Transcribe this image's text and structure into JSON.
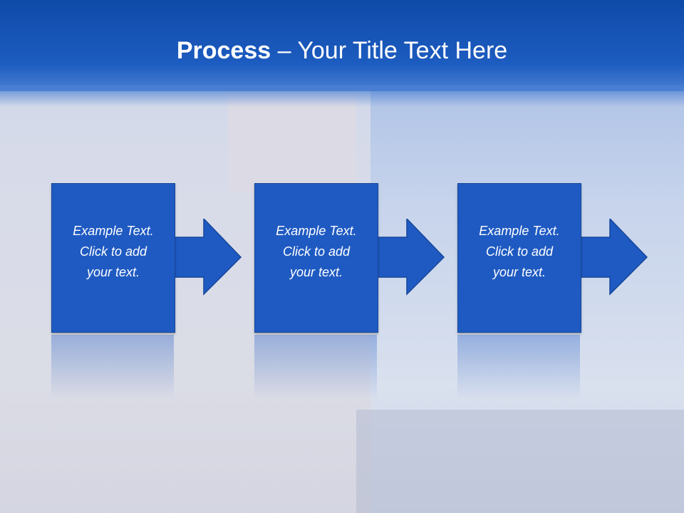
{
  "title": {
    "bold": "Process",
    "rest": " – Your Title Text Here"
  },
  "steps": [
    {
      "line1": "Example Text.",
      "line2": "Click  to add",
      "line3": "your text."
    },
    {
      "line1": "Example Text.",
      "line2": "Click  to add",
      "line3": "your text."
    },
    {
      "line1": "Example Text.",
      "line2": "Click  to add",
      "line3": "your text."
    }
  ],
  "colors": {
    "header": "#1d5cc0",
    "box": "#1f5ac2"
  }
}
